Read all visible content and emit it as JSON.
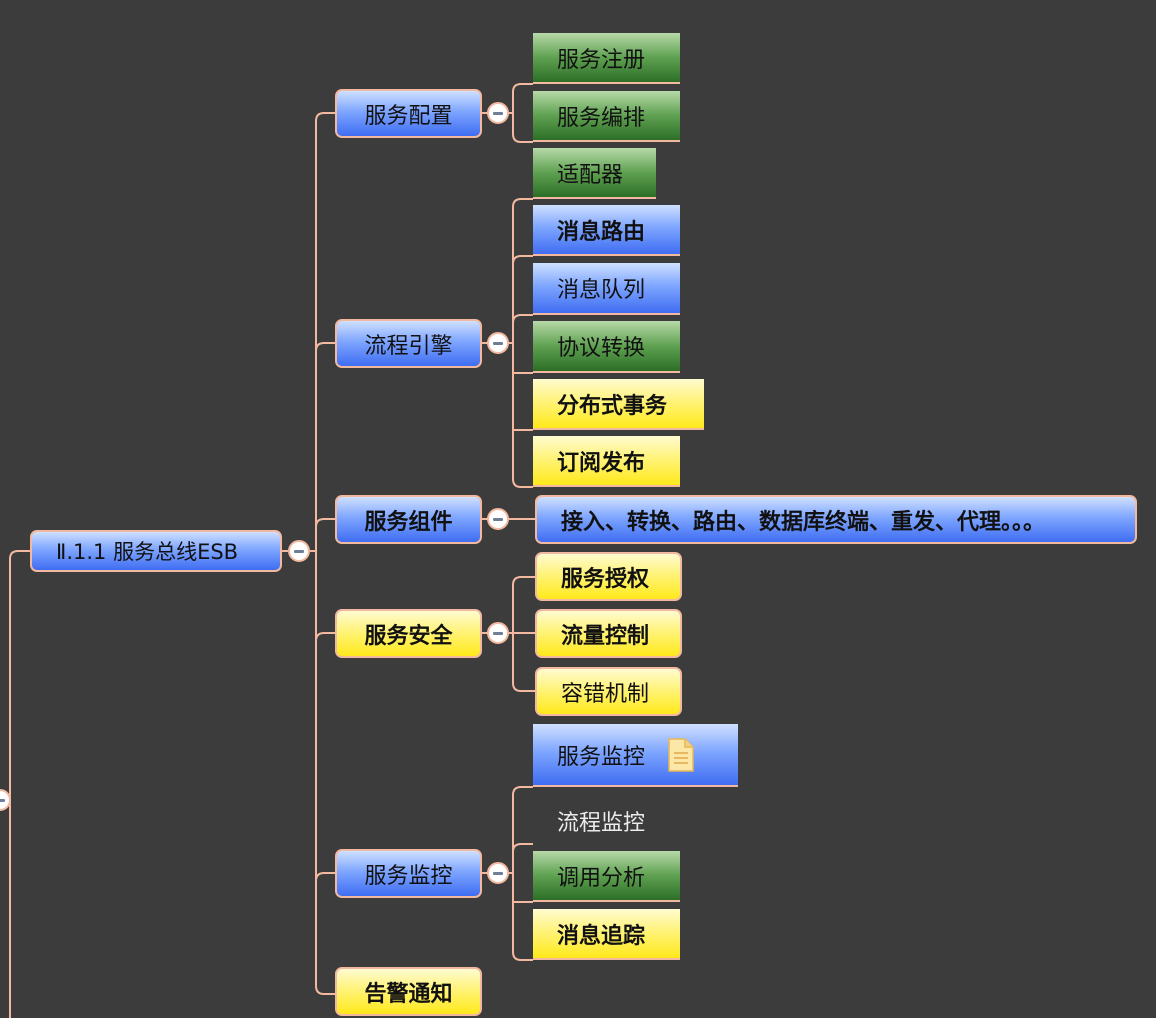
{
  "root": {
    "label": "Ⅱ.1.1 服务总线ESB"
  },
  "branches": {
    "config": {
      "label": "服务配置",
      "children": [
        "服务注册",
        "服务编排"
      ]
    },
    "engine": {
      "label": "流程引擎",
      "children": [
        "适配器",
        "消息路由",
        "消息队列",
        "协议转换",
        "分布式事务",
        "订阅发布"
      ]
    },
    "components": {
      "label": "服务组件",
      "children": [
        "接入、转换、路由、数据库终端、重发、代理。。。"
      ]
    },
    "security": {
      "label": "服务安全",
      "children": [
        "服务授权",
        "流量控制",
        "容错机制"
      ]
    },
    "monitor": {
      "label": "服务监控",
      "children": [
        "服务监控",
        "流程监控",
        "调用分析",
        "消息追踪"
      ]
    },
    "alert": {
      "label": "告警通知"
    }
  },
  "icons": {
    "collapse": "minus-circle-icon",
    "note": "note-document-icon"
  },
  "colors": {
    "background": "#3c3c3c",
    "connector": "#f2b9a0",
    "blue": "#5a85f7",
    "green": "#4a8a3e",
    "yellow": "#fff04a"
  }
}
